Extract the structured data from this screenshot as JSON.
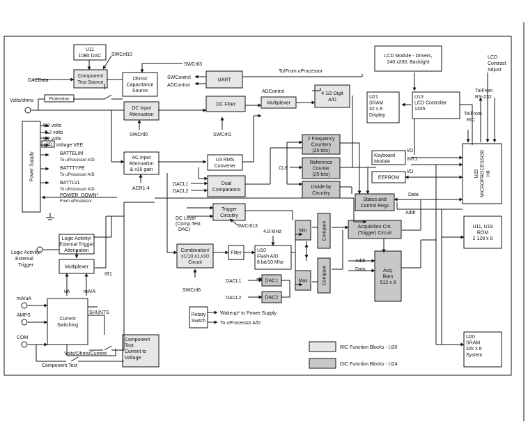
{
  "blocks": [
    {
      "id": "u11",
      "fill": "#ffffff",
      "lines": [
        "U11",
        "10Bit DAC"
      ]
    },
    {
      "id": "comp_test_src",
      "fill": "#e6e6e6",
      "lines": [
        "Component",
        "Test Source"
      ]
    },
    {
      "id": "ohms_cap",
      "fill": "#ffffff",
      "lines": [
        "Ohms/",
        "Capacitance",
        "Source"
      ]
    },
    {
      "id": "uart",
      "fill": "#e6e6e6",
      "lines": [
        "UART"
      ]
    },
    {
      "id": "dc_input",
      "fill": "#e6e6e6",
      "lines": [
        "DC Input",
        "Attenuation"
      ]
    },
    {
      "id": "dc_filter",
      "fill": "#e6e6e6",
      "lines": [
        "DC Filter"
      ]
    },
    {
      "id": "multiplexer_top",
      "fill": "#e6e6e6",
      "lines": [
        "Multiplexer"
      ]
    },
    {
      "id": "ad_digit",
      "fill": "#e6e6e6",
      "lines": [
        "4 1/2 Digit",
        "A/D"
      ]
    },
    {
      "id": "lcd_module",
      "fill": "#ffffff",
      "lines": [
        "LCD Module - Drivers,",
        "240 x200, Backlight"
      ]
    },
    {
      "id": "u21",
      "fill": "#ffffff",
      "lines": [
        "U21",
        "SRAM",
        "32 x 8",
        "Display"
      ]
    },
    {
      "id": "u13",
      "fill": "#ffffff",
      "lines": [
        "U13",
        "LCD Controller",
        "1335"
      ]
    },
    {
      "id": "power_supply",
      "fill": "#ffffff",
      "lines": [
        "Power Supply"
      ]
    },
    {
      "id": "vref_lcd",
      "fill": "#ffffff",
      "lines": [
        "LCD"
      ]
    },
    {
      "id": "ac_input",
      "fill": "#ffffff",
      "lines": [
        "AC Input",
        "Attenuation",
        "& x10 gain"
      ]
    },
    {
      "id": "rms",
      "fill": "#ffffff",
      "lines": [
        "U3 RMS",
        "Converter"
      ]
    },
    {
      "id": "dual_comp",
      "fill": "#e6e6e6",
      "lines": [
        "Dual",
        "Comparators"
      ]
    },
    {
      "id": "freq_counters",
      "fill": "#c8c8c8",
      "lines": [
        "2 Frequency",
        "Counters",
        "(25 bits)"
      ]
    },
    {
      "id": "ref_counter",
      "fill": "#c8c8c8",
      "lines": [
        "Reference",
        "Counter",
        "(25 bits)"
      ]
    },
    {
      "id": "divide",
      "fill": "#c8c8c8",
      "lines": [
        "Divide by",
        "Circuitry"
      ]
    },
    {
      "id": "keyboard",
      "fill": "#ffffff",
      "lines": [
        "Keyboard",
        "Module"
      ]
    },
    {
      "id": "eeprom",
      "fill": "#ffffff",
      "lines": [
        "EEPROM"
      ]
    },
    {
      "id": "status_regs",
      "fill": "#c8c8c8",
      "lines": [
        "Status and",
        "Control Regs"
      ]
    },
    {
      "id": "u25",
      "fill": "#ffffff",
      "lines": [
        "U25",
        "MICROPROCESSOR",
        "H8"
      ]
    },
    {
      "id": "trigger",
      "fill": "#e6e6e6",
      "lines": [
        "Trigger",
        "Circuitry"
      ]
    },
    {
      "id": "logic_act",
      "fill": "#ffffff",
      "lines": [
        "Logic Activity/",
        "External Trigger",
        "Attenuation"
      ]
    },
    {
      "id": "acq_cnt",
      "fill": "#c8c8c8",
      "lines": [
        "Acquisition Cnt.",
        "(Trigger) Circuit"
      ]
    },
    {
      "id": "u11_u19",
      "fill": "#ffffff",
      "lines": [
        "U11, U19",
        "ROM",
        "2 128 x 8"
      ]
    },
    {
      "id": "combination",
      "fill": "#e6e6e6",
      "lines": [
        "Combination/",
        "x1/10,x1,x10",
        "Circuit"
      ]
    },
    {
      "id": "filter",
      "fill": "#ffffff",
      "lines": [
        "Filter"
      ]
    },
    {
      "id": "u10",
      "fill": "#ffffff",
      "lines": [
        "U10",
        "Flash A/D",
        "8 bit/10 Mhz"
      ]
    },
    {
      "id": "min",
      "fill": "#c8c8c8",
      "lines": [
        "Min"
      ]
    },
    {
      "id": "max",
      "fill": "#c8c8c8",
      "lines": [
        "Max"
      ]
    },
    {
      "id": "compare1",
      "fill": "#c8c8c8",
      "lines": [
        "Compare"
      ]
    },
    {
      "id": "compare2",
      "fill": "#c8c8c8",
      "lines": [
        "Compare"
      ]
    },
    {
      "id": "acq_ram",
      "fill": "#c8c8c8",
      "lines": [
        "Acq.",
        "Ram",
        "512 x 8"
      ]
    },
    {
      "id": "mux_low",
      "fill": "#ffffff",
      "lines": [
        "Multiplexer"
      ]
    },
    {
      "id": "dac1",
      "fill": "#c8c8c8",
      "lines": [
        "DAC1"
      ]
    },
    {
      "id": "dac2",
      "fill": "#c8c8c8",
      "lines": [
        "DAC2"
      ]
    },
    {
      "id": "current_sw",
      "fill": "#ffffff",
      "lines": [
        "Current",
        "Switching"
      ]
    },
    {
      "id": "rotary",
      "fill": "#ffffff",
      "lines": [
        "Rotary",
        "Switch"
      ]
    },
    {
      "id": "comp_test_v",
      "fill": "#e6e6e6",
      "lines": [
        "Component",
        "Test",
        "Current to",
        "Voltage"
      ]
    },
    {
      "id": "u20",
      "fill": "#ffffff",
      "lines": [
        "U20",
        "SRAM",
        "32k x 8",
        "System"
      ]
    },
    {
      "id": "protection",
      "fill": "#ffffff",
      "lines": [
        "Protection"
      ]
    }
  ],
  "labels": {
    "swctl10": "SWCrtl10",
    "swctl3": "SWCrtl3",
    "dacdata": "DACData",
    "swcontrol": "SWControl",
    "adcontrol_l": "ADControl",
    "to_from_up": "To/From uProcessor",
    "adcontrol": "ADControl",
    "lcd_contrast": [
      "LCD",
      "Contrast",
      "Adjust"
    ],
    "to_from_rs232": [
      "To/From",
      "RS-232"
    ],
    "to_from_ric": [
      "To/From",
      "RIC"
    ],
    "volts_ohms": "Volts/ohms",
    "swctl0": "SWCrtl0",
    "swctl1": "SWCrtl1",
    "v52": "5.2 volts",
    "v52n": "-5.2 volts",
    "v32": "3.2 volts",
    "voltage_vee": "Voltage VEE",
    "battelim": "BATTELIM",
    "battelim_to": "To uProcessor A/D",
    "batttype": "BATTTYPE",
    "batttype_to": "To uProcessor A/D",
    "battlvl": "BATTLVL",
    "battlvl_to": "To uProcessor A/D",
    "power_down": "POWER_DOWN*",
    "power_down_from": "From uProcessor",
    "acr": "ACR1-4",
    "dacl1": "DACL1",
    "dacl2": "DACL2",
    "clk": "CLK",
    "io1": "I/O",
    "int1": "INT1",
    "io2": "I/O",
    "data_r": "Data",
    "addr_r": "Addr",
    "dc_level": [
      "DC Level",
      "(Comp.Test",
      "DAC)"
    ],
    "swctl13": "SWCrtl13",
    "mhz": "4.8 MHz",
    "logic_ext": [
      "Logic Activity/",
      "External",
      "Trigger"
    ],
    "ir1": "IR1",
    "ua": "uA",
    "ma_a": "mA/A",
    "addr_c": "Addr",
    "data_c": "Data",
    "swctl6": "SWCrtl6",
    "dacl1_in": "DACL1",
    "dacl2_in": "DACL2",
    "ma_ua": "mA/uA",
    "amps": "AMPS",
    "shunts": "SHUNTS",
    "wakeup": "Wakeup* to Power Supply",
    "to_up_ad": "To uProcessor A/D",
    "com": "COM",
    "volts_ohms_current": "Volts/Ohms/Current",
    "component_test": "Component Test"
  },
  "legend": [
    {
      "fill": "#e6e6e6",
      "label": "RIC Function Blocks - U30"
    },
    {
      "fill": "#c8c8c8",
      "label": "DIC Function Blocks - U24"
    }
  ]
}
